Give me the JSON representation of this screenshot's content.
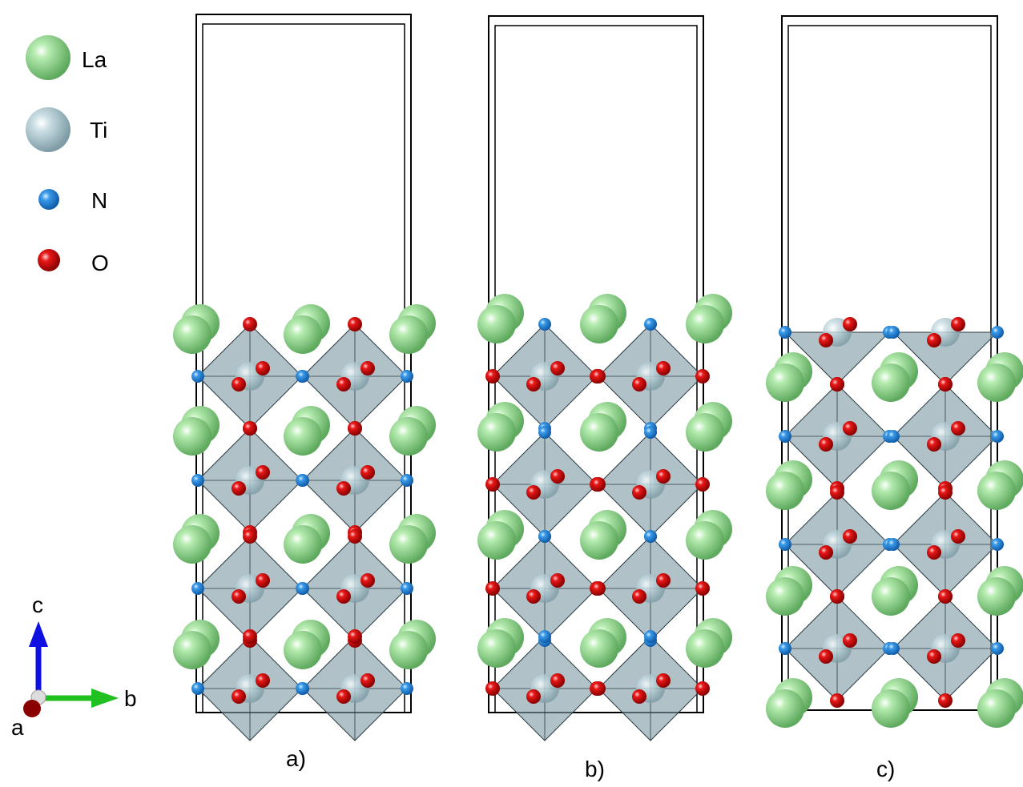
{
  "legend": [
    {
      "symbol": "La",
      "color": "#8fd88f"
    },
    {
      "symbol": "Ti",
      "color": "#b8d0d8"
    },
    {
      "symbol": "N",
      "color": "#2f8fe0"
    },
    {
      "symbol": "O",
      "color": "#e01010"
    }
  ],
  "axes": {
    "c": "c",
    "b": "b",
    "a": "a"
  },
  "panels": [
    {
      "label": "a)"
    },
    {
      "label": "b)"
    },
    {
      "label": "c)"
    }
  ]
}
